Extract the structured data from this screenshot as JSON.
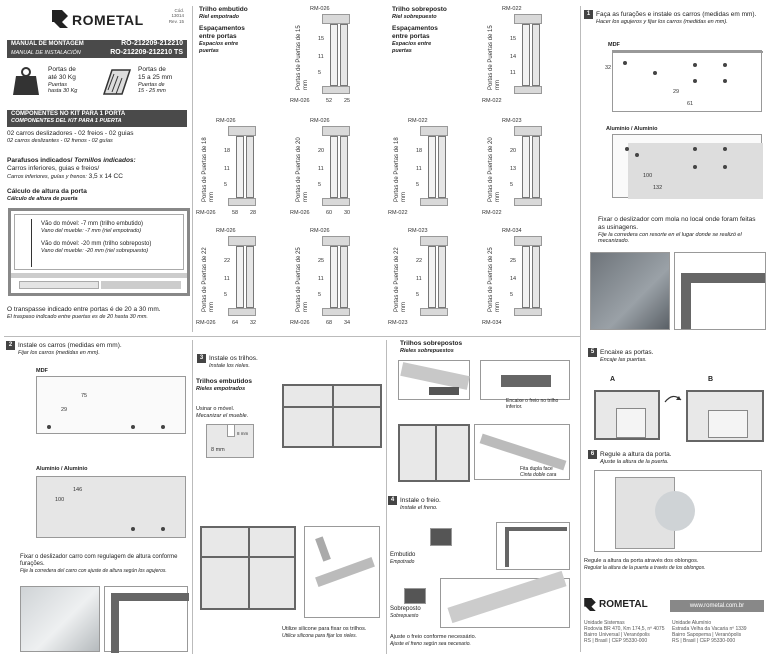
{
  "header": {
    "brand": "ROMETAL",
    "cod": "Cód. 13014",
    "rev": "Rev. 15"
  },
  "manual": {
    "pt": "MANUAL DE MONTAGEM",
    "es": "MANUAL DE INSTALACIÓN",
    "code1": "RO-212209-212210",
    "code2": "RO-212209-212210 TS"
  },
  "specs": {
    "weight_pt": "Portas de",
    "weight_pt2": "até 30 Kg",
    "weight_es": "Puertas",
    "weight_es2": "hasta 30 Kg",
    "thick_pt": "Portas de",
    "thick_pt2": "15 a 25 mm",
    "thick_es": "Puertas de",
    "thick_es2": "15 - 25 mm"
  },
  "kit": {
    "title_pt": "COMPONENTES NO KIT PARA 1 PORTA",
    "title_es": "COMPONENTES DEL KIT PARA 1 PUERTA",
    "line_pt": "02 carros deslizadores - 02 freios - 02 guias",
    "line_es": "02 carros deslizantes - 02 frenos - 02 guías"
  },
  "screws": {
    "title_pt": "Parafusos indicados/",
    "title_es": "Tornillos indicados:",
    "line_pt": "Carros inferiores, guias e freios/",
    "line_es": "Carros inferiores, guías y frenos:",
    "size": "3,5 x 14 CC"
  },
  "calc": {
    "title_pt": "Cálculo de altura da porta",
    "title_es": "Cálculo de altura de puerta",
    "l1_pt": "Vão do móvel: -7 mm (trilho embutido)",
    "l1_es": "Vano del mueble: -7 mm (riel empotrado)",
    "l2_pt": "Vão do móvel: -20 mm (trilho sobreposto)",
    "l2_es": "Vano del mueble: -20 mm (riel sobrepuesto)",
    "overlap_pt": "O transpasse indicado entre portas é de 20 a 30 mm.",
    "overlap_es": "El traspaso indicado entre puertas es de 20 hasta 30 mm."
  },
  "col2": {
    "embutido_pt": "Trilho embutido",
    "embutido_es": "Riel empotrado",
    "esp_pt": "Espaçamentos",
    "esp_pt2": "entre portas",
    "esp_es": "Espacios entre",
    "esp_es2": "puertas",
    "sobreposto_pt": "Trilho sobreposto",
    "sobreposto_es": "Riel sobrepuesto"
  },
  "profiles": [
    {
      "top": "RM-026",
      "bot": "RM-026",
      "door": "Portas de Puertas de 15 mm",
      "a": "15",
      "b": "11",
      "c": "5",
      "w1": "52",
      "w2": "25"
    },
    {
      "top": "RM-022",
      "bot": "RM-022",
      "door": "Portas de Puertas de 15 mm",
      "a": "15",
      "b": "14",
      "c": "11",
      "w1": "",
      "w2": ""
    },
    {
      "top": "RM-026",
      "bot": "RM-026",
      "door": "Portas de Puertas de 18 mm",
      "a": "18",
      "b": "11",
      "c": "5",
      "w1": "58",
      "w2": "28"
    },
    {
      "top": "RM-026",
      "bot": "RM-026",
      "door": "Portas de Puertas de 20 mm",
      "a": "20",
      "b": "11",
      "c": "5",
      "w1": "60",
      "w2": "30"
    },
    {
      "top": "RM-022",
      "bot": "RM-022",
      "door": "Portas de Puertas de 18 mm",
      "a": "18",
      "b": "11",
      "c": "5",
      "w1": "",
      "w2": ""
    },
    {
      "top": "RM-023",
      "bot": "RM-022",
      "door": "Portas de Puertas de 20 mm",
      "a": "20",
      "b": "13",
      "c": "5",
      "w1": "",
      "w2": ""
    },
    {
      "top": "RM-026",
      "bot": "RM-026",
      "door": "Portas de Puertas de 22 mm",
      "a": "22",
      "b": "11",
      "c": "5",
      "w1": "64",
      "w2": "32"
    },
    {
      "top": "RM-026",
      "bot": "RM-026",
      "door": "Portas de Puertas de 25 mm",
      "a": "25",
      "b": "11",
      "c": "5",
      "w1": "68",
      "w2": "34"
    },
    {
      "top": "RM-023",
      "bot": "RM-023",
      "door": "Portas de Puertas de 22 mm",
      "a": "22",
      "b": "11",
      "c": "5",
      "w1": "",
      "w2": ""
    },
    {
      "top": "RM-034",
      "bot": "RM-034",
      "door": "Portas de Puertas de 25 mm",
      "a": "25",
      "b": "14",
      "c": "5",
      "w1": "",
      "w2": ""
    }
  ],
  "step1": {
    "num": "1",
    "pt": "Faça as furações e instale os carros (medidas em mm).",
    "es": "Hacer los agujeros y fijar los carros (medidas en mm).",
    "mdf": "MDF",
    "alu": "Alumínio / Aluminio",
    "d1": "29",
    "d2": "61",
    "d3": "32",
    "d4": "100",
    "d5": "132",
    "note_pt": "Fixar o deslizador com mola no local onde foram feitas as usinagens.",
    "note_es": "Fije la corredera con resorte en el lugar donde se realizó el mecanizado."
  },
  "step2": {
    "num": "2",
    "pt": "Instale os carros (medidas em mm).",
    "es": "Fijar los carros (medidas en mm).",
    "mdf": "MDF",
    "alu": "Alumínio / Aluminio",
    "d1": "75",
    "d2": "29",
    "d3": "146",
    "d4": "100",
    "note_pt": "Fixar o deslizador carro com regulagem de altura conforme furações.",
    "note_es": "Fije la corredera del carro con ajuste de altura según los agujeros."
  },
  "step3": {
    "num": "3",
    "pt": "Instale os trilhos.",
    "es": "Instale los rieles.",
    "emb_pt": "Trilhos embutidos",
    "emb_es": "Rieles empotrados",
    "use_pt": "Usinar o móvel.",
    "use_es": "Mecanizar el mueble.",
    "dim1": "8 mm",
    "dim2": "8 mm",
    "sil_pt": "Utilize silicone para fixar os trilhos.",
    "sil_es": "Utilice silicona para fijar los rieles."
  },
  "sobre": {
    "pt": "Trilhos sobrepostos",
    "es": "Rieles sobrepuestos",
    "freio_pt": "Encaixe o freio no trilho inferior.",
    "fita_pt": "Fita dupla face",
    "fita_es": "Cinta doble cara"
  },
  "step4": {
    "num": "4",
    "pt": "Instale o freio.",
    "es": "Instale el freno.",
    "emb_pt": "Embutido",
    "emb_es": "Empotrado",
    "sob_pt": "Sobreposto",
    "sob_es": "Sobrepuesto",
    "adj_pt": "Ajuste o freio conforme necessário.",
    "adj_es": "Ajuste el freno según sea necesario."
  },
  "step5": {
    "num": "5",
    "pt": "Encaixe as portas.",
    "es": "Encaje las puertas.",
    "a": "A",
    "b": "B"
  },
  "step6": {
    "num": "6",
    "pt": "Regule a altura da porta.",
    "es": "Ajuste la altura de la puerta.",
    "note_pt": "Regule a altura da porta através dos oblongos.",
    "note_es": "Regular la altura de la puerta a través de los oblongos."
  },
  "footer": {
    "brand": "ROMETAL",
    "site": "www.rometal.com.br",
    "u1_title": "Unidade Sistemas",
    "u1_l1": "Rodovia BR 470, Km 174,5, nº 4075",
    "u1_l2": "Bairro Universal | Veranópolis",
    "u1_l3": "RS | Brasil | CEP 95330-000",
    "u2_title": "Unidade Alumínio",
    "u2_l1": "Estrada Velha da Vacaria nº 1339",
    "u2_l2": "Bairro Sapopema | Veranópolis",
    "u2_l3": "RS | Brasil | CEP 95330-000"
  }
}
